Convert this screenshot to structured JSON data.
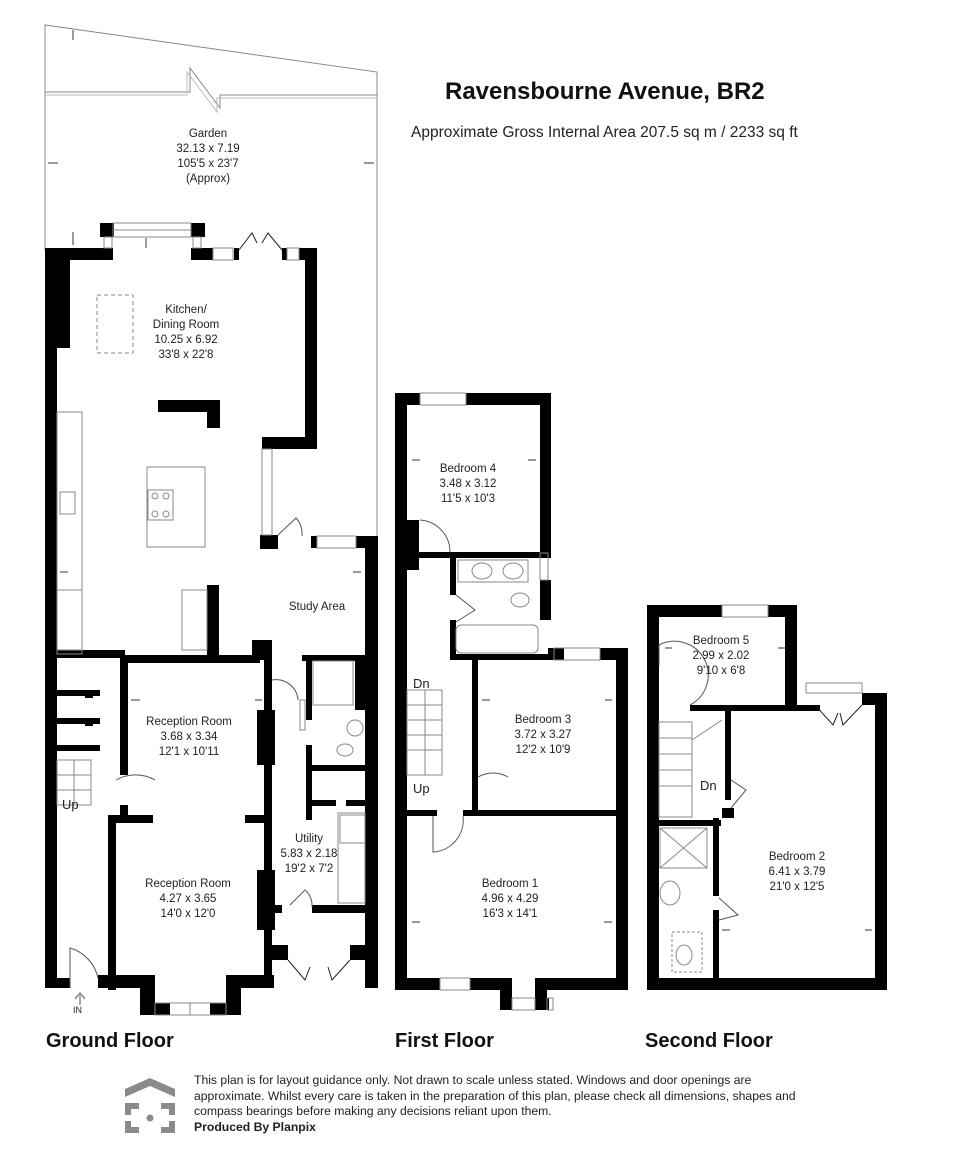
{
  "header": {
    "title": "Ravensbourne Avenue, BR2",
    "subtitle": "Approximate Gross Internal Area 207.5 sq m / 2233 sq ft"
  },
  "ground_floor": {
    "label": "Ground Floor",
    "rooms": [
      {
        "name": "Garden",
        "metric": "32.13 x 7.19",
        "imperial": "105'5 x 23'7",
        "note": "(Approx)"
      },
      {
        "name": "Kitchen/",
        "name2": "Dining Room",
        "metric": "10.25 x 6.92",
        "imperial": "33'8 x 22'8"
      },
      {
        "name": "Study Area"
      },
      {
        "name": "Reception Room",
        "metric": "3.68 x 3.34",
        "imperial": "12'1 x 10'11"
      },
      {
        "name": "Reception Room",
        "metric": "4.27 x 3.65",
        "imperial": "14'0 x 12'0"
      },
      {
        "name": "Utility",
        "metric": "5.83 x 2.18",
        "imperial": "19'2 x 7'2"
      }
    ],
    "stairs_label": "Up",
    "entrance_label": "IN"
  },
  "first_floor": {
    "label": "First Floor",
    "rooms": [
      {
        "name": "Bedroom 4",
        "metric": "3.48 x 3.12",
        "imperial": "11'5 x 10'3"
      },
      {
        "name": "Bedroom 3",
        "metric": "3.72 x 3.27",
        "imperial": "12'2 x 10'9"
      },
      {
        "name": "Bedroom 1",
        "metric": "4.96 x 4.29",
        "imperial": "16'3 x 14'1"
      }
    ],
    "stairs_down": "Dn",
    "stairs_up": "Up"
  },
  "second_floor": {
    "label": "Second Floor",
    "rooms": [
      {
        "name": "Bedroom 5",
        "metric": "2.99 x 2.02",
        "imperial": "9'10 x 6'8"
      },
      {
        "name": "Bedroom 2",
        "metric": "6.41 x 3.79",
        "imperial": "21'0 x 12'5"
      }
    ],
    "stairs_down": "Dn"
  },
  "footer": {
    "disclaimer": "This plan is for layout guidance only. Not drawn to scale unless stated. Windows and door openings are approximate. Whilst every care is taken in the preparation of this plan, please check all dimensions, shapes and compass bearings before making any decisions reliant upon them.",
    "producer": "Produced By Planpix",
    "logo_icon": "planpix-house-logo-icon"
  },
  "colors": {
    "wall": "#000000",
    "line": "#888888",
    "logo": "#8a8a8a"
  }
}
